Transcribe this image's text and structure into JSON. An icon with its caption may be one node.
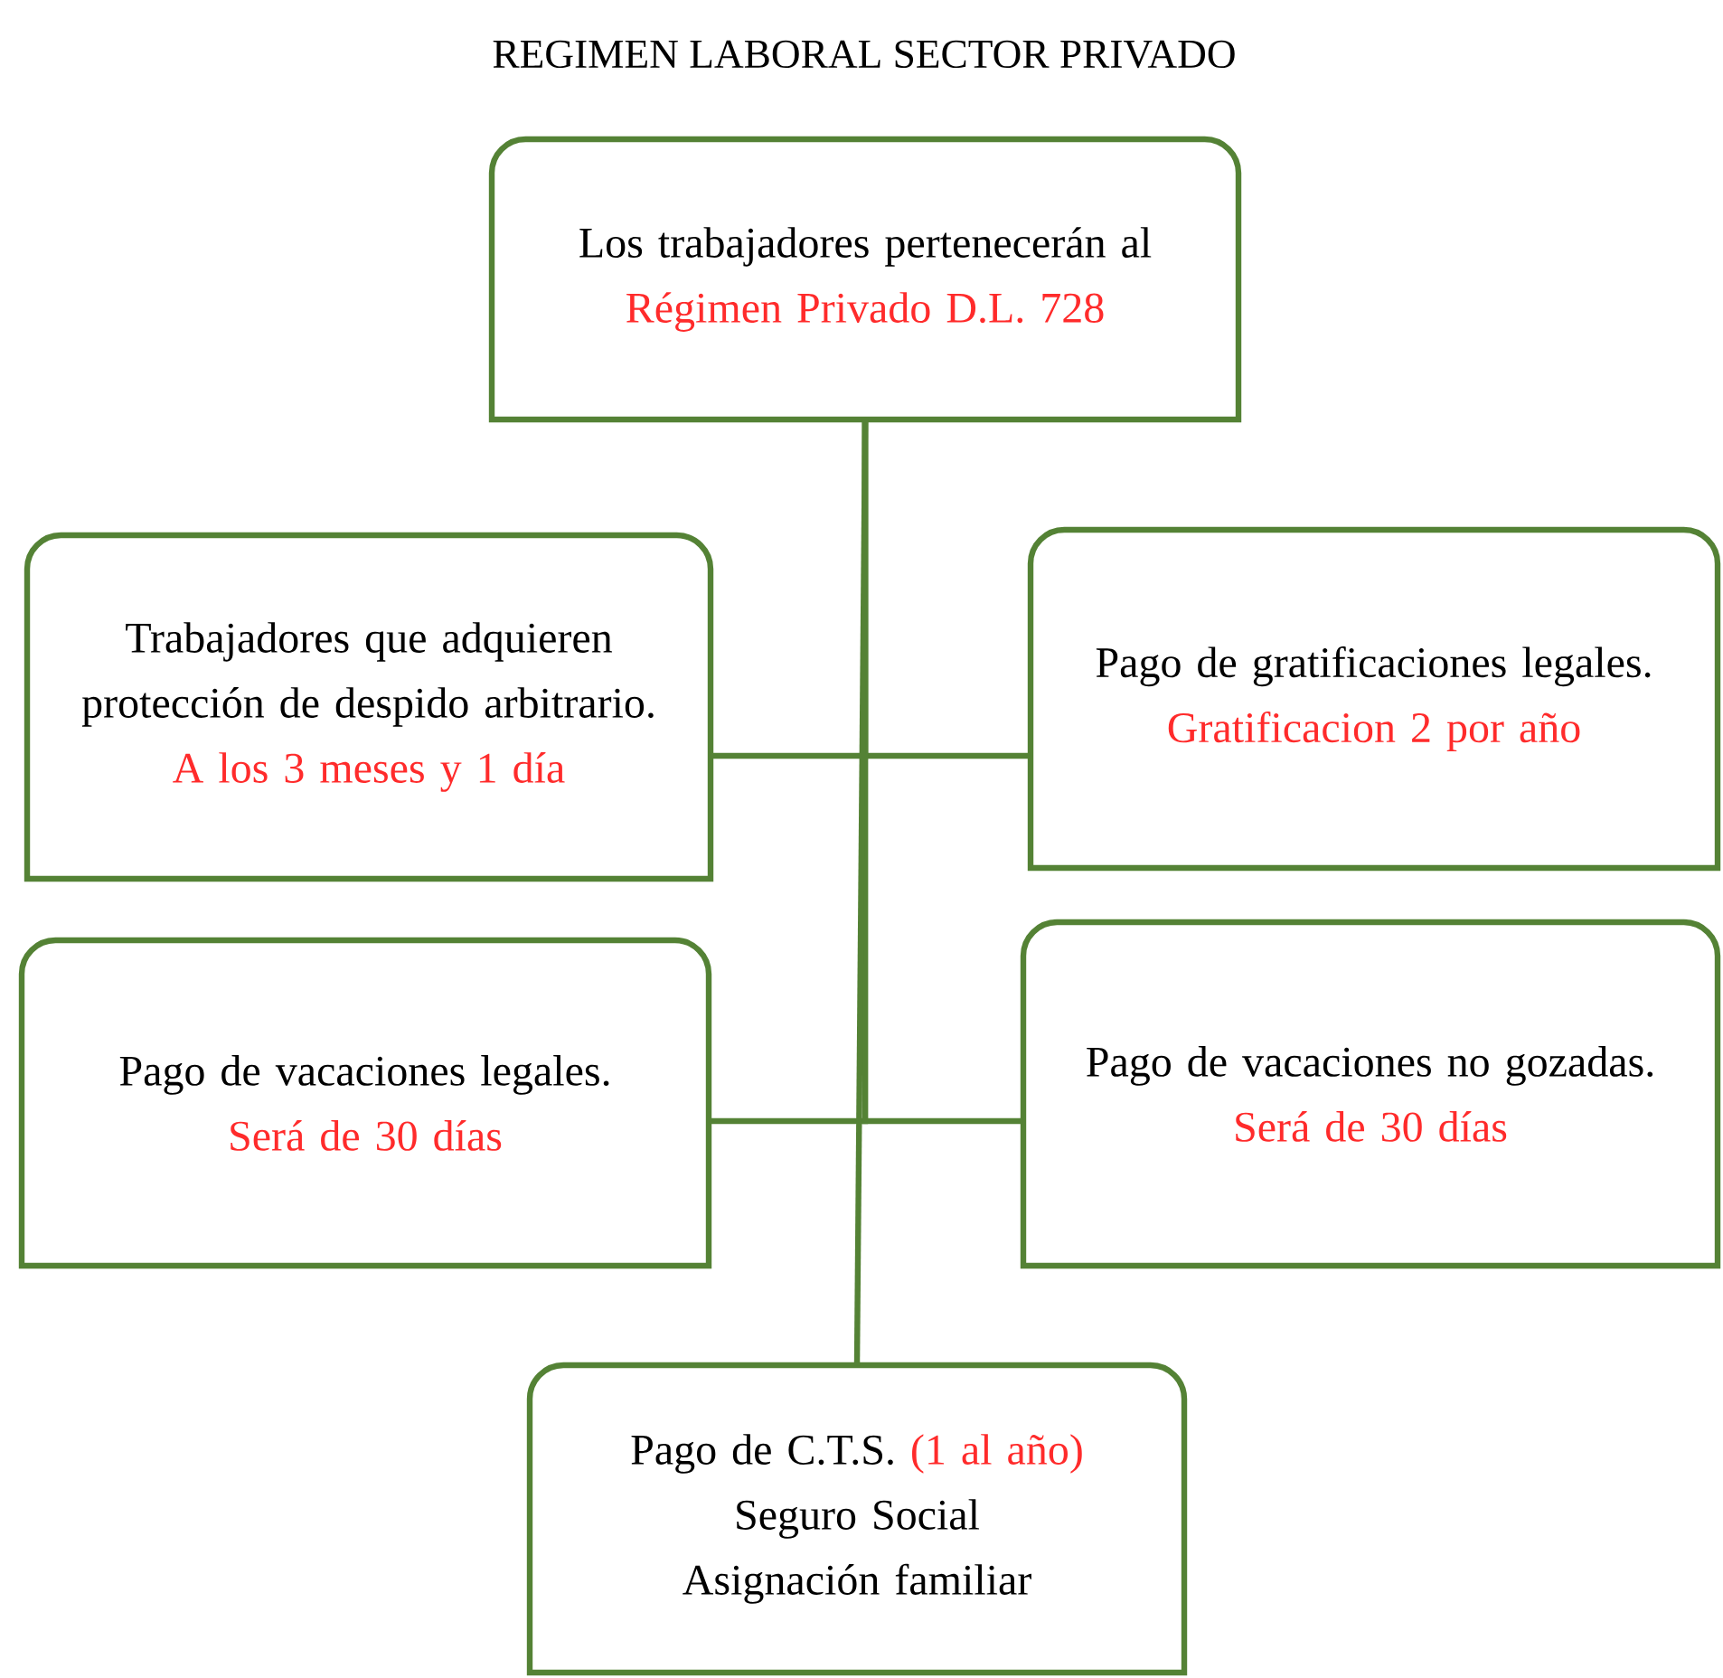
{
  "diagram": {
    "title": "REGIMEN LABORAL SECTOR PRIVADO",
    "nodes": [
      {
        "text": [
          "Los trabajadores pertenecerán al",
          "Régimen Privado D.L. 728"
        ]
      },
      {
        "text": [
          "Trabajadores que adquieren protección de despido arbitrario.",
          "A los 3 meses y 1 día"
        ]
      },
      {
        "text": [
          "Pago de gratificaciones legales.",
          "Gratificacion 2 por año"
        ]
      },
      {
        "text": [
          "Pago de vacaciones legales.",
          "Será de 30 días"
        ]
      },
      {
        "text": [
          "Pago de vacaciones no gozadas.",
          "Será de 30 días"
        ]
      },
      {
        "text": [
          "Pago de C.T.S.",
          "(1 al año)",
          "Seguro Social",
          "Asignación familiar"
        ]
      }
    ],
    "edges": [
      {
        "from": 0,
        "to": 1,
        "arrow": "none"
      },
      {
        "from": 0,
        "to": 2,
        "arrow": "none"
      },
      {
        "from": 0,
        "to": 3,
        "arrow": "none"
      },
      {
        "from": 0,
        "to": 4,
        "arrow": "none"
      },
      {
        "from": 0,
        "to": 5,
        "arrow": "none"
      }
    ]
  }
}
